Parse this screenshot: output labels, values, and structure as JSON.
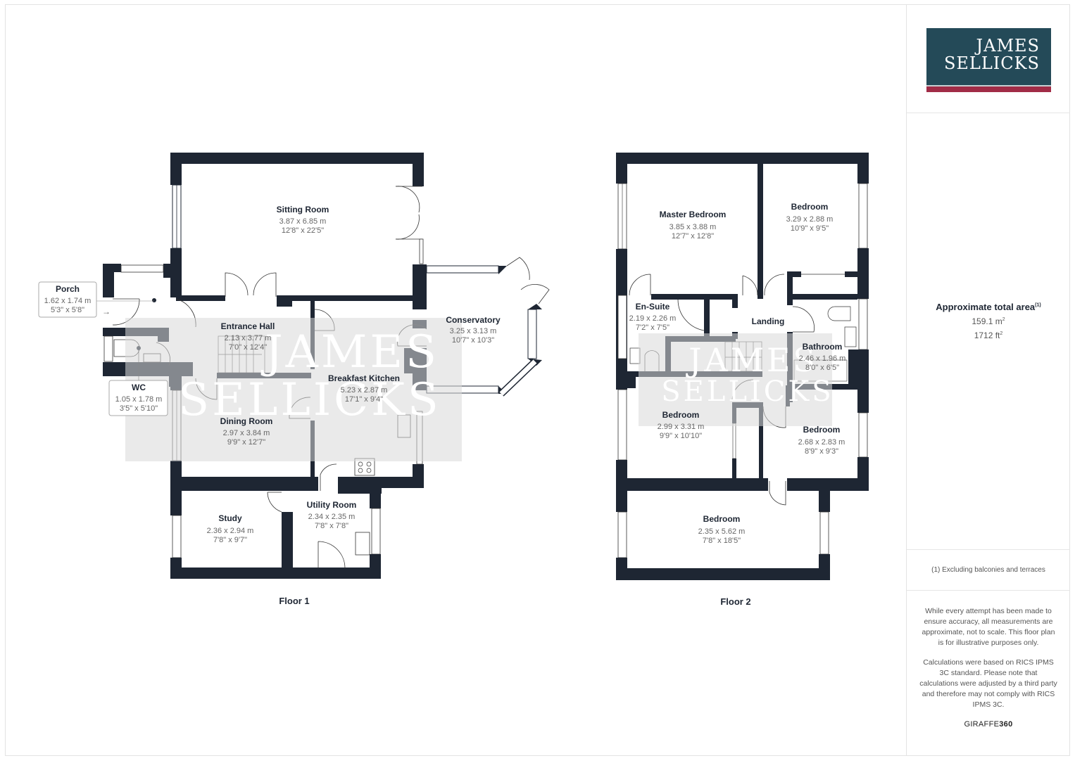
{
  "brand": {
    "logo_line1": "JAMES",
    "logo_line2": "SELLICKS",
    "watermark_line1": "JAMES",
    "watermark_line2": "SELLICKS",
    "colors": {
      "logo_bg": "#244a58",
      "logo_bar": "#a12c47",
      "wall": "#1e2633"
    }
  },
  "floors": [
    {
      "label": "Floor 1",
      "rooms": [
        {
          "name": "Sitting Room",
          "metric": "3.87 x 6.85 m",
          "imperial": "12'8\" x 22'5\""
        },
        {
          "name": "Porch",
          "metric": "1.62 x 1.74 m",
          "imperial": "5'3\" x 5'8\""
        },
        {
          "name": "Entrance Hall",
          "metric": "2.13 x 3.77 m",
          "imperial": "7'0\" x 12'4\""
        },
        {
          "name": "WC",
          "metric": "1.05 x 1.78 m",
          "imperial": "3'5\" x 5'10\""
        },
        {
          "name": "Breakfast Kitchen",
          "metric": "5.23 x 2.87 m",
          "imperial": "17'1\" x 9'4\""
        },
        {
          "name": "Conservatory",
          "metric": "3.25 x 3.13 m",
          "imperial": "10'7\" x 10'3\""
        },
        {
          "name": "Dining Room",
          "metric": "2.97 x 3.84 m",
          "imperial": "9'9\" x 12'7\""
        },
        {
          "name": "Study",
          "metric": "2.36 x 2.94 m",
          "imperial": "7'8\" x 9'7\""
        },
        {
          "name": "Utility Room",
          "metric": "2.34 x 2.35 m",
          "imperial": "7'8\" x 7'8\""
        }
      ]
    },
    {
      "label": "Floor 2",
      "rooms": [
        {
          "name": "Master Bedroom",
          "metric": "3.85 x 3.88 m",
          "imperial": "12'7\" x 12'8\""
        },
        {
          "name": "Bedroom",
          "metric": "3.29 x 2.88 m",
          "imperial": "10'9\" x 9'5\""
        },
        {
          "name": "En-Suite",
          "metric": "2.19 x 2.26 m",
          "imperial": "7'2\" x 7'5\""
        },
        {
          "name": "Landing",
          "metric": "",
          "imperial": ""
        },
        {
          "name": "Bathroom",
          "metric": "2.46 x 1.96 m",
          "imperial": "8'0\" x 6'5\""
        },
        {
          "name": "Bedroom",
          "metric": "2.99 x 3.31 m",
          "imperial": "9'9\" x 10'10\""
        },
        {
          "name": "Bedroom",
          "metric": "2.68 x 2.83 m",
          "imperial": "8'9\" x 9'3\""
        },
        {
          "name": "Bedroom",
          "metric": "2.35 x 5.62 m",
          "imperial": "7'8\" x 18'5\""
        }
      ]
    }
  ],
  "sidebar": {
    "area_title": "Approximate total area",
    "area_footnote_mark": "(1)",
    "area_m2": "159.1 m",
    "area_ft2": "1712 ft",
    "sq_mark": "2",
    "footnote": "(1) Excluding balconies and terraces",
    "disclaimer_1": "While every attempt has been made to ensure accuracy, all measurements are approximate, not to scale. This floor plan is for illustrative purposes only.",
    "disclaimer_2": "Calculations were based on RICS IPMS 3C standard. Please note that calculations were adjusted by a third party and therefore may not comply with RICS IPMS 3C.",
    "provider_a": "GIRAFFE",
    "provider_b": "360"
  }
}
